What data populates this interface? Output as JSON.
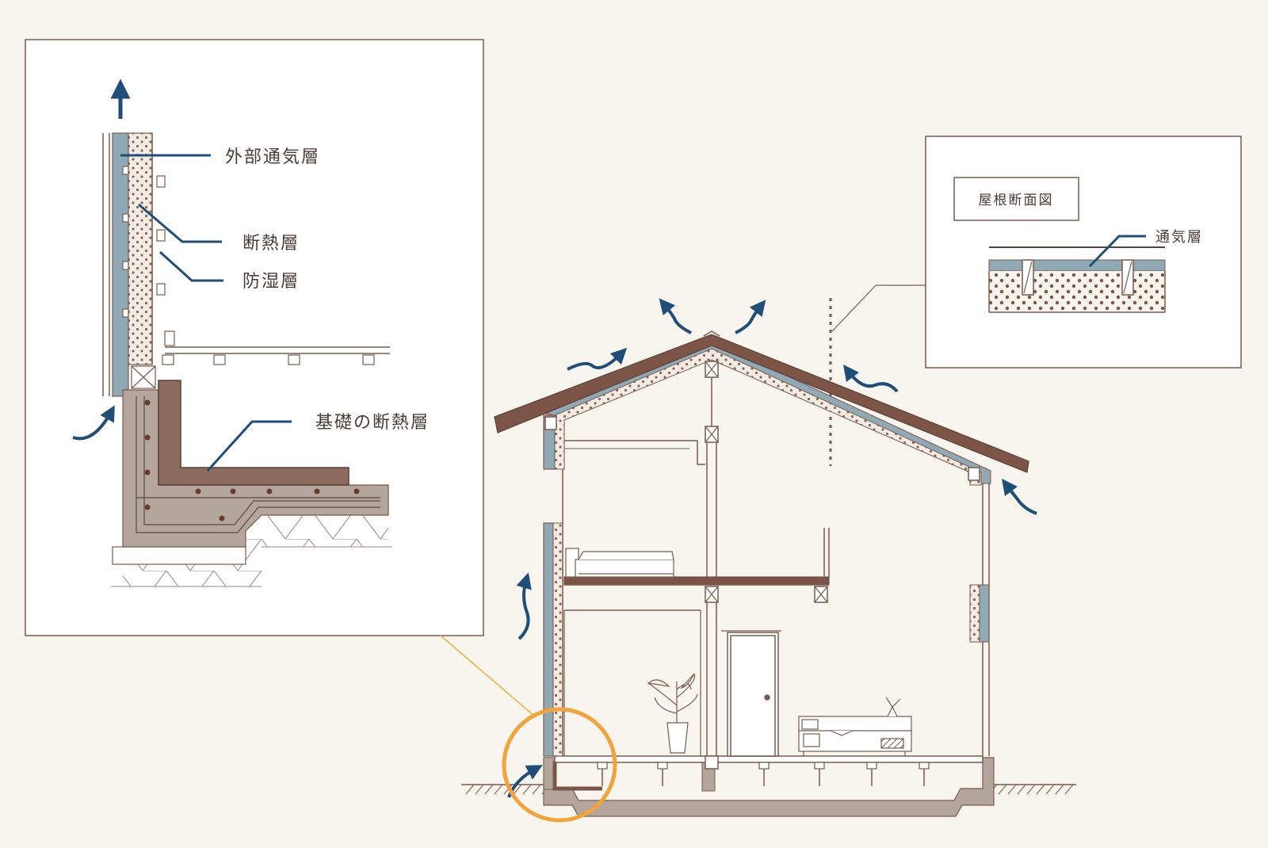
{
  "labels": {
    "exterior_vent": "外部通気層",
    "insulation": "断熱層",
    "vapor_barrier": "防湿層",
    "foundation_insulation": "基礎の断熱層",
    "roof_section_title": "屋根断面図",
    "roof_vent_layer": "通気層"
  },
  "colors": {
    "background": "#f8f4ee",
    "line": "#7a5a4a",
    "vent_layer": "#8fa9b6",
    "insulation_fill": "#f3ece4",
    "insulation_dot": "#8b6555",
    "foundation": "#b3a69c",
    "foundation_insulation": "#8c6b5e",
    "roof": "#7d5546",
    "arrow": "#1f4e79",
    "highlight_circle": "#f2a33a",
    "leader": "#f0b040"
  },
  "icons": {
    "airflow": "curved-arrow-icon",
    "plant": "plant-icon",
    "door_knob": "knob-icon"
  }
}
